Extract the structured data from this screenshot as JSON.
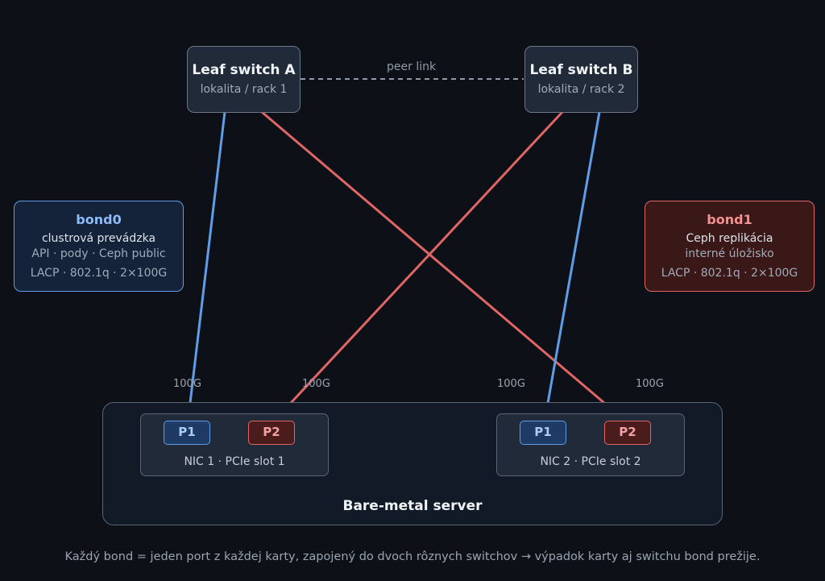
{
  "switches": {
    "a": {
      "title": "Leaf switch A",
      "subtitle": "lokalita / rack 1"
    },
    "b": {
      "title": "Leaf switch B",
      "subtitle": "lokalita / rack 2"
    }
  },
  "peer_link_label": "peer link",
  "bonds": {
    "bond0": {
      "title": "bond0",
      "line1": "clustrová prevádzka",
      "line2": "API · pody · Ceph public",
      "line3": "LACP · 802.1q · 2×100G",
      "color": "#5f9de8"
    },
    "bond1": {
      "title": "bond1",
      "line1": "Ceph replikácia",
      "line2": "interné úložisko",
      "line3": "LACP · 802.1q · 2×100G",
      "color": "#e06666"
    }
  },
  "link_speeds": [
    "100G",
    "100G",
    "100G",
    "100G"
  ],
  "server": {
    "title": "Bare-metal server"
  },
  "nics": [
    {
      "label": "NIC 1 · PCIe slot 1",
      "p1": "P1",
      "p2": "P2"
    },
    {
      "label": "NIC 2 · PCIe slot 2",
      "p1": "P1",
      "p2": "P2"
    }
  ],
  "footnote": "Každý bond = jeden port z každej karty, zapojený do dvoch rôznych switchov → výpadok karty aj switchu bond prežije."
}
